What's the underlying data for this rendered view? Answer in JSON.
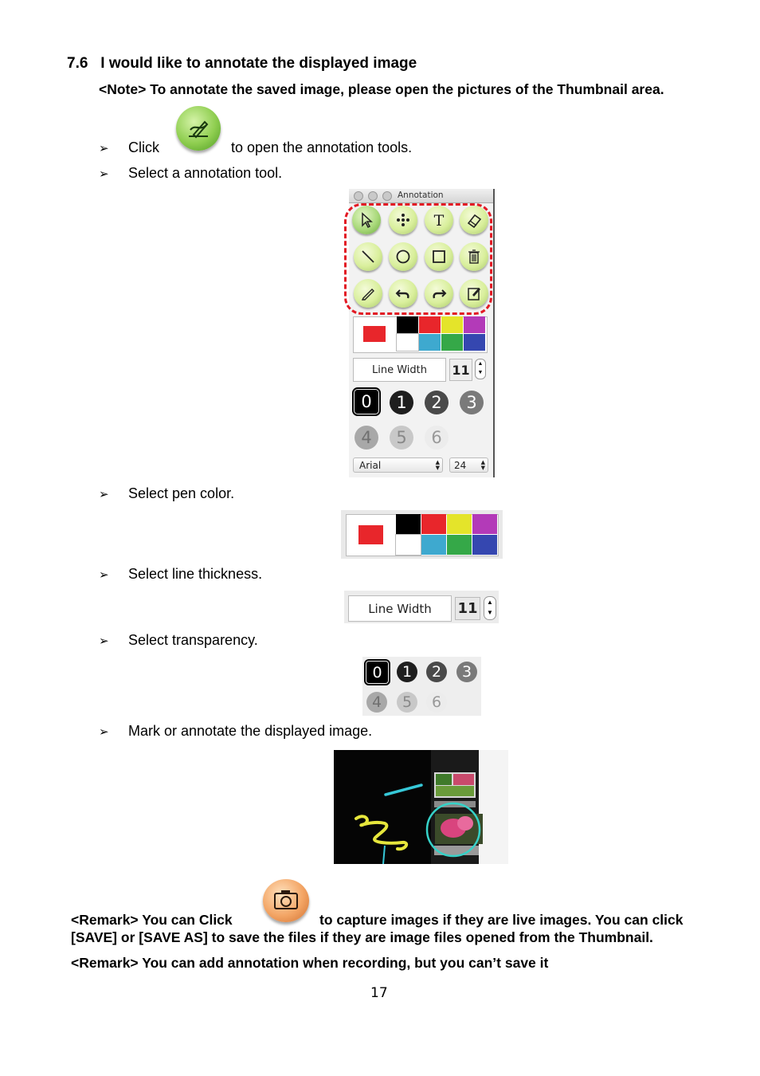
{
  "section": {
    "number": "7.6",
    "title": "I would like to annotate the displayed image"
  },
  "note": "<Note> To annotate the saved image, please open the pictures of the Thumbnail area.",
  "steps": {
    "click_word": "Click",
    "click_rest": "to open the annotation tools.",
    "select_tool": "Select a annotation tool.",
    "select_color": "Select pen color.",
    "select_thickness": "Select line thickness.",
    "select_transparency": "Select transparency.",
    "mark": "Mark or annotate the displayed image."
  },
  "bullet": "➢",
  "annotation_panel": {
    "title": "Annotation",
    "tools": [
      "select-arrow",
      "move",
      "text",
      "eraser",
      "line",
      "circle",
      "rectangle",
      "trash",
      "pencil",
      "undo",
      "redo",
      "clipboard"
    ],
    "line_width_label": "Line Width",
    "line_width_value": "11",
    "transparency_levels": [
      "0",
      "1",
      "2",
      "3",
      "4",
      "5",
      "6"
    ],
    "font_name": "Arial",
    "font_size": "24",
    "selected_color": "#e8262b",
    "palette": [
      "#000000",
      "#e8262b",
      "#e4e42a",
      "#b33ab8",
      "#ffffff",
      "#3ea9cf",
      "#35a848",
      "#3547b0"
    ]
  },
  "remarks": {
    "r1_part1": "<Remark> You can Click",
    "r1_part2": "to capture images if they are live images. You can click",
    "r1_line2": "[SAVE] or [SAVE AS] to save the files if they are image files opened from the Thumbnail.",
    "r2": "<Remark> You can add annotation when recording, but you can’t save it"
  },
  "page_number": "17"
}
